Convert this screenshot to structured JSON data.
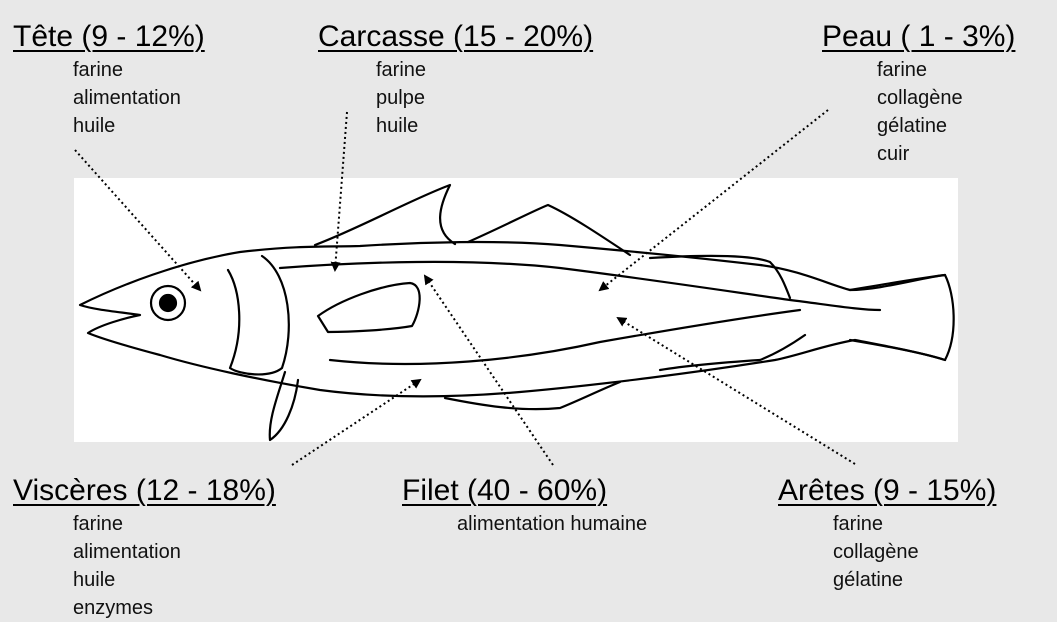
{
  "parts": [
    {
      "id": "tete",
      "heading": "Tête (9 - 12%)",
      "uses": [
        "farine",
        "alimentation",
        "huile"
      ]
    },
    {
      "id": "carcasse",
      "heading": "Carcasse (15 - 20%)",
      "uses": [
        "farine",
        "pulpe",
        "huile"
      ]
    },
    {
      "id": "peau",
      "heading": "Peau ( 1 - 3%)",
      "uses": [
        "farine",
        "collagène",
        "gélatine",
        "cuir"
      ]
    },
    {
      "id": "visceres",
      "heading": "Viscères (12 - 18%)",
      "uses": [
        "farine",
        "alimentation",
        "huile",
        "enzymes"
      ]
    },
    {
      "id": "filet",
      "heading": "Filet (40 - 60%)",
      "uses": [
        "alimentation humaine"
      ]
    },
    {
      "id": "aretes",
      "heading": "Arêtes (9 - 15%)",
      "uses": [
        "farine",
        "collagène",
        "gélatine"
      ]
    }
  ]
}
